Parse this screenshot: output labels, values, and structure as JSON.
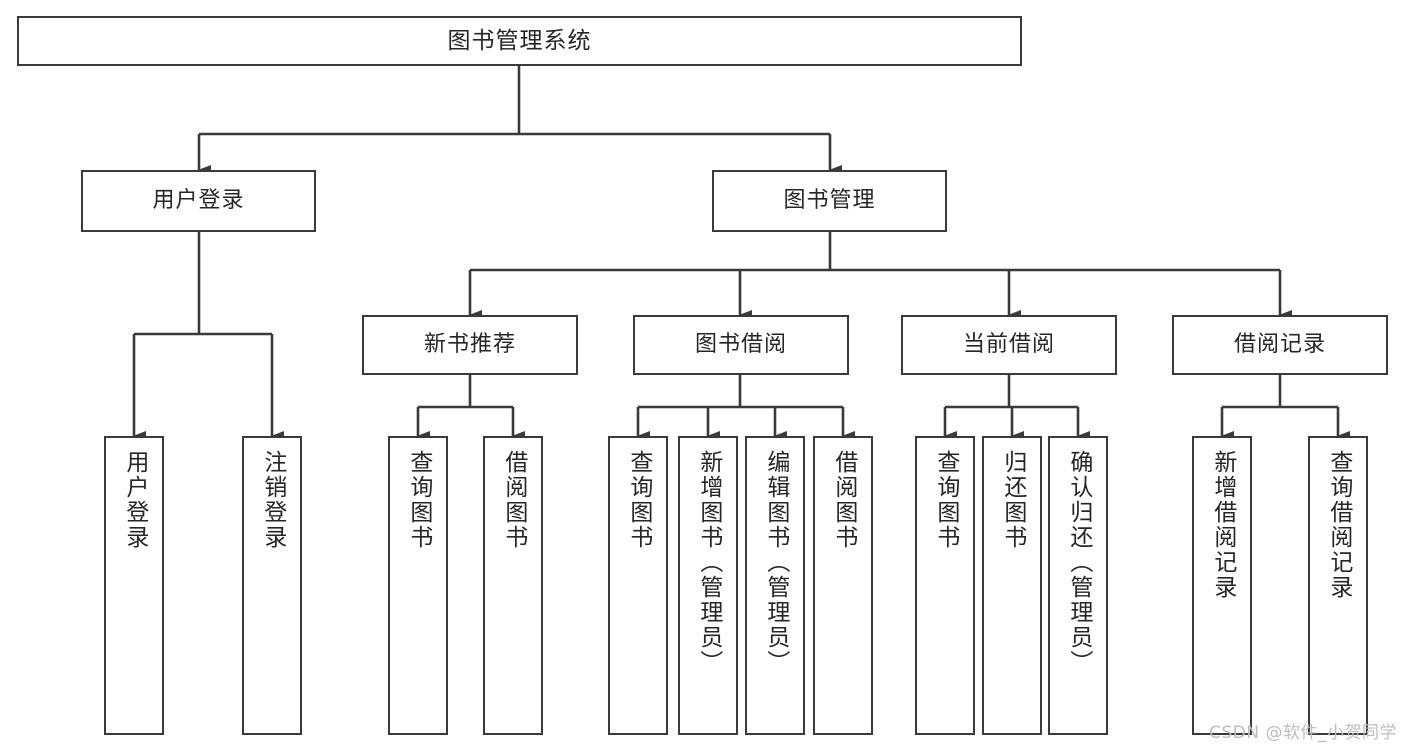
{
  "diagram": {
    "type": "tree-hierarchy",
    "title": "图书管理系统",
    "colors": {
      "box_border": "#3a3a3a",
      "box_fill": "#ffffff",
      "connector": "#3a3a3a",
      "text": "#262626",
      "watermark": "#bdbdbd",
      "background": "#ffffff"
    },
    "root": {
      "label": "图书管理系统"
    },
    "level2": [
      {
        "label": "用户登录"
      },
      {
        "label": "图书管理"
      }
    ],
    "level3": [
      {
        "label": "新书推荐"
      },
      {
        "label": "图书借阅"
      },
      {
        "label": "当前借阅"
      },
      {
        "label": "借阅记录"
      }
    ],
    "leaves": {
      "user_login": [
        {
          "label": "用户登录"
        },
        {
          "label": "注销登录"
        }
      ],
      "new_book": [
        {
          "label": "查询图书"
        },
        {
          "label": "借阅图书"
        }
      ],
      "book_borrow": [
        {
          "label": "查询图书"
        },
        {
          "label": "新增图书（管理员）"
        },
        {
          "label": "编辑图书（管理员）"
        },
        {
          "label": "借阅图书"
        }
      ],
      "current_borrow": [
        {
          "label": "查询图书"
        },
        {
          "label": "归还图书"
        },
        {
          "label": "确认归还（管理员）"
        }
      ],
      "borrow_record": [
        {
          "label": "新增借阅记录"
        },
        {
          "label": "查询借阅记录"
        }
      ]
    }
  },
  "watermark": {
    "text": "CSDN @软件_小贺同学"
  }
}
